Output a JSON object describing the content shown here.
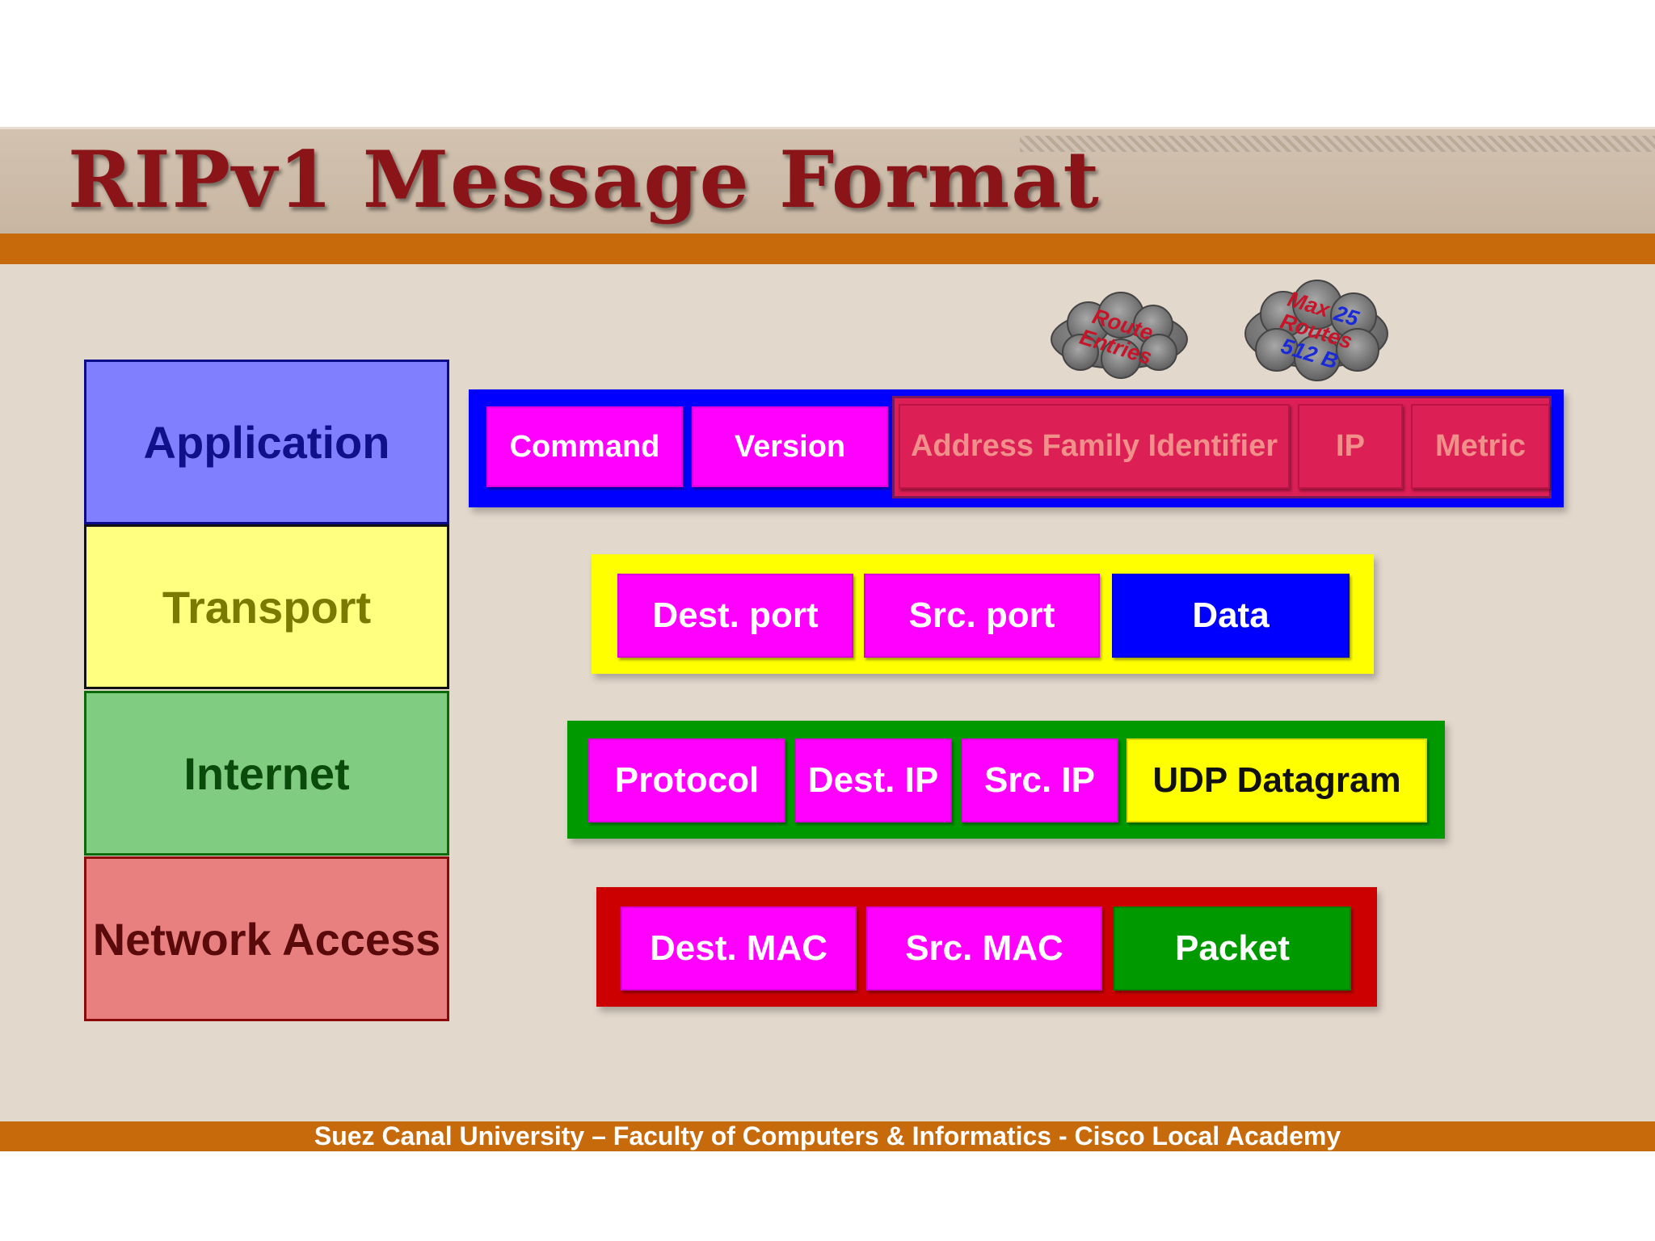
{
  "title": "RIPv1 Message Format",
  "footer": "Suez Canal University – Faculty of Computers & Informatics - Cisco Local Academy",
  "layers": [
    {
      "label": "Application",
      "bg": "#8080ff",
      "color": "#10108a",
      "border": "#0a0a8a"
    },
    {
      "label": "Transport",
      "bg": "#ffff80",
      "color": "#7a7a00",
      "border": "#111111"
    },
    {
      "label": "Internet",
      "bg": "#80cc80",
      "color": "#0a4a0a",
      "border": "#0a6a0a"
    },
    {
      "label": "Network Access",
      "bg": "#e88080",
      "color": "#5a0a0a",
      "border": "#8a0a0a"
    }
  ],
  "application": {
    "frame_color": "#0000ff",
    "route_entry_color": "#dc1f55",
    "fields": [
      "Command",
      "Version",
      "Address Family Identifier",
      "IP",
      "Metric"
    ]
  },
  "transport": {
    "frame_color": "#ffff00",
    "fields": [
      "Dest. port",
      "Src. port",
      "Data"
    ]
  },
  "internet": {
    "frame_color": "#009900",
    "fields": [
      "Protocol",
      "Dest. IP",
      "Src. IP",
      "UDP Datagram"
    ]
  },
  "network_access": {
    "frame_color": "#cc0000",
    "fields": [
      "Dest. MAC",
      "Src. MAC",
      "Packet"
    ]
  },
  "clouds": {
    "route_entries": [
      "Route",
      "Entries"
    ],
    "max": {
      "max": "Max",
      "count": "25",
      "routes": "Routes",
      "size": "512 B"
    }
  }
}
